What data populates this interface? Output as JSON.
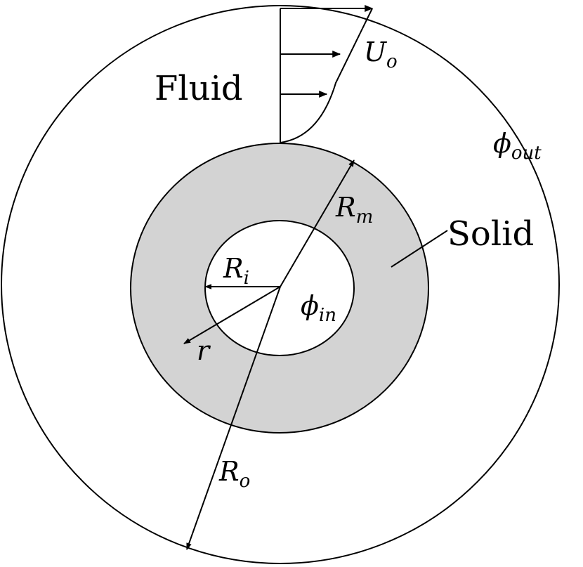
{
  "colors": {
    "solid_fill": "#d3d3d3",
    "line": "#000000",
    "background": "#ffffff"
  },
  "regions": {
    "fluid": "Fluid",
    "solid": "Solid"
  },
  "labels": {
    "outer_velocity": {
      "main": "U",
      "sub": "o"
    },
    "outer_potential": {
      "main": "ϕ",
      "sub": "out"
    },
    "inner_potential": {
      "main": "ϕ",
      "sub": "in"
    },
    "middle_radius": {
      "main": "R",
      "sub": "m"
    },
    "inner_radius": {
      "main": "R",
      "sub": "i"
    },
    "outer_radius": {
      "main": "R",
      "sub": "o"
    },
    "radial_coordinate": "r"
  }
}
